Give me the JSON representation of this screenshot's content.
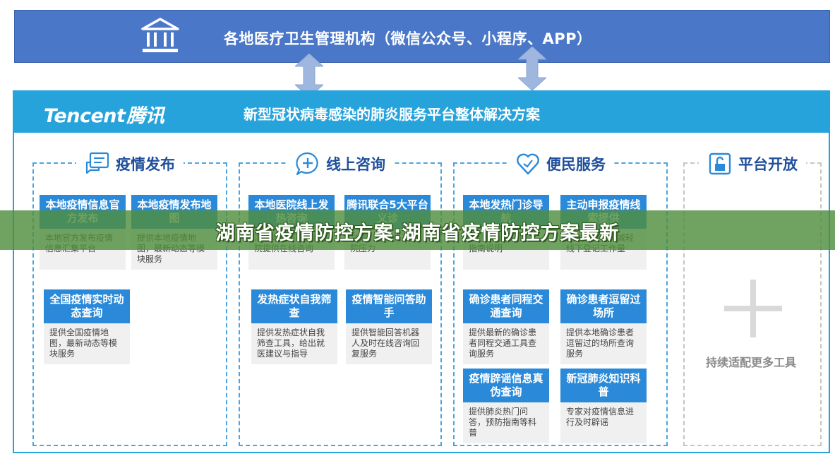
{
  "top_banner": {
    "title": "各地医疗卫生管理机构（微信公众号、小程序、APP）"
  },
  "platform": {
    "logo_en": "Tencent",
    "logo_cn": "腾讯",
    "title": "新型冠状病毒感染的肺炎服务平台整体解决方案"
  },
  "sections": [
    {
      "title": "疫情发布",
      "icon": "chat-icon",
      "cards": [
        {
          "title": "本地疫情信息官方发布",
          "desc": "本地官方发布疫情信息汇集平台"
        },
        {
          "title": "本地疫情发布地图",
          "desc": "提供本地疫情地图，最新动态等模块服务"
        },
        {
          "title": "全国疫情实时动态查询",
          "desc": "提供全国疫情地图，最新动态等模块服务"
        }
      ]
    },
    {
      "title": "线上咨询",
      "icon": "plus-chat-icon",
      "cards": [
        {
          "title": "本地医院线上发热咨询",
          "desc": "汇聚本地互联网医院提供在线咨询"
        },
        {
          "title": "腾讯联合5大平台义诊",
          "desc": "义诊，减轻线下医院压力"
        },
        {
          "title": "发热症状自我筛查",
          "desc": "提供发热症状自我筛查工具，给出就医建议与指导"
        },
        {
          "title": "疫情智能问答助手",
          "desc": "提供智能回答机器人及时在线咨询回复服务"
        }
      ]
    },
    {
      "title": "便民服务",
      "icon": "heart-icon",
      "cards": [
        {
          "title": "本地发热门诊导航",
          "desc": "及导航服务，就诊指南说明"
        },
        {
          "title": "主动申报疫情线索提供",
          "desc": "上主动申报，减轻线下登记工作量"
        },
        {
          "title": "确诊患者同程交通查询",
          "desc": "提供最新的确诊患者同程交通工具查询服务"
        },
        {
          "title": "确诊患者逗留过场所",
          "desc": "提供本地确诊患者逗留过的场所查询服务"
        },
        {
          "title": "疫情辟谣信息真伪查询",
          "desc": "提供肺炎热门问答，预防指南等科普"
        },
        {
          "title": "新冠肺炎知识科普",
          "desc": "专家对疫情信息进行及时辟谣"
        }
      ]
    },
    {
      "title": "平台开放",
      "icon": "unlock-icon",
      "more_label": "持续适配更多工具"
    }
  ],
  "overlay": {
    "text": "湖南省疫情防控方案:湖南省疫情防控方案最新"
  },
  "colors": {
    "banner": "#4b77c8",
    "platform": "#27a3dc",
    "card_head": "#2a8ad9",
    "section_title": "#1f4f9c",
    "overlay": "#508e3e"
  }
}
